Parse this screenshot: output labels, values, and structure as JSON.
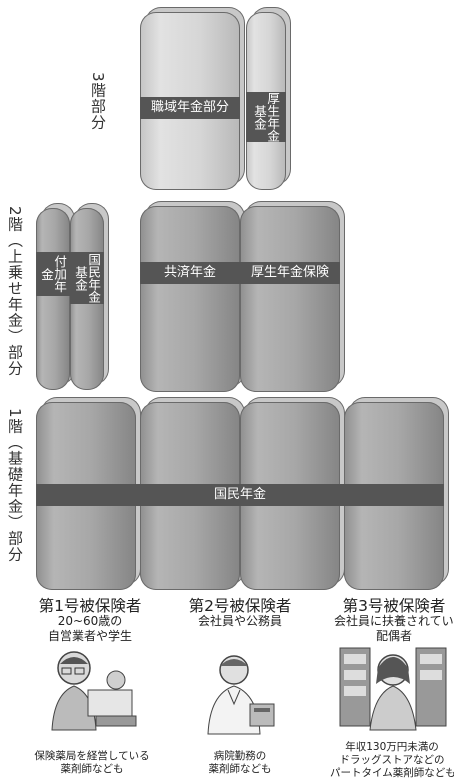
{
  "tiers": {
    "tier3_label": "3階部分",
    "tier2_label": "2階（上乗せ年金）部分",
    "tier1_label": "1階（基礎年金）部分"
  },
  "pillars": {
    "shokuiki": "職域年金部分",
    "kosei_kikin": "厚生年金基金",
    "fuka": "付加年金",
    "kokumin_kikin": "国民年金基金",
    "kyosai": "共済年金",
    "kosei_hoken": "厚生年金保険",
    "kokumin": "国民年金"
  },
  "insured": [
    {
      "title": "第1号被保険者",
      "sub": "20~60歳の\n自営業者や学生",
      "note": "保険薬局を経営している\n薬剤師なども"
    },
    {
      "title": "第2号被保険者",
      "sub": "会社員や公務員",
      "note": "病院勤務の\n薬剤師なども"
    },
    {
      "title": "第3号被保険者",
      "sub": "会社員に扶養されている\n配偶者",
      "note": "年収130万円未満の\nドラッグストアなどの\nパートタイム薬剤師なども"
    }
  ],
  "colors": {
    "band": "#555555",
    "pillar_dark": "#a7a7a7",
    "pillar_light": "#d6d6d6"
  },
  "icons": [
    "pharmacist-owner-illustration",
    "hospital-pharmacist-illustration",
    "parttime-pharmacist-illustration"
  ]
}
